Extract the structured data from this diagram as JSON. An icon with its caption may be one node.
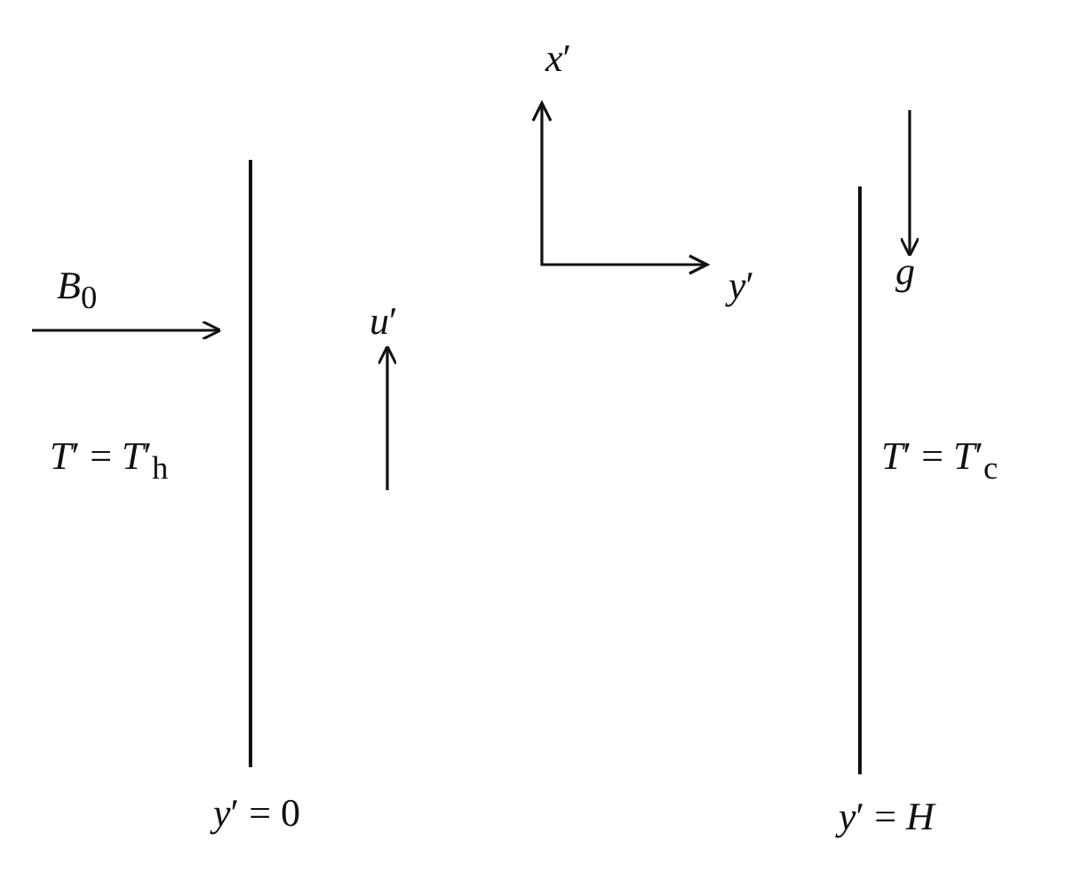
{
  "diagram": {
    "labels": [
      "*x*′",
      "*B*$_{0}$",
      "*y*′",
      "*u*′",
      "*g*",
      "*T*′ = *T*′$_{h}$",
      "*T*′ = *T*′$_{c}$",
      "*y*′ = 0",
      "*y*′ = *H*"
    ]
  }
}
